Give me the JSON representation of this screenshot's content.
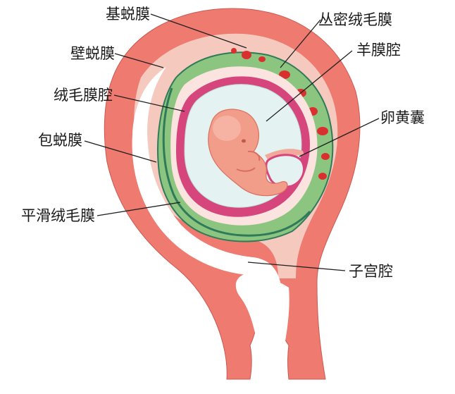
{
  "labels": {
    "decidua_basalis": "基蜕膜",
    "decidua_parietalis": "壁蜕膜",
    "chorionic_cavity": "绒毛膜腔",
    "decidua_capsularis": "包蜕膜",
    "chorion_laeve": "平滑绒毛膜",
    "chorion_frondosum": "丛密绒毛膜",
    "amniotic_cavity": "羊膜腔",
    "yolk_sac": "卵黄囊",
    "uterine_cavity": "子宫腔"
  },
  "colors": {
    "uterine_wall": "#ee7a70",
    "decidua": "#f6c9bf",
    "chorion_villi": "#8cc57f",
    "chorion_dark": "#2f7a5a",
    "amnion": "#d6457c",
    "amniotic_fluid": "#e4f2f1",
    "embryo": "#f29c8a",
    "blood": "#d9302f",
    "cavity": "#ffffff"
  }
}
